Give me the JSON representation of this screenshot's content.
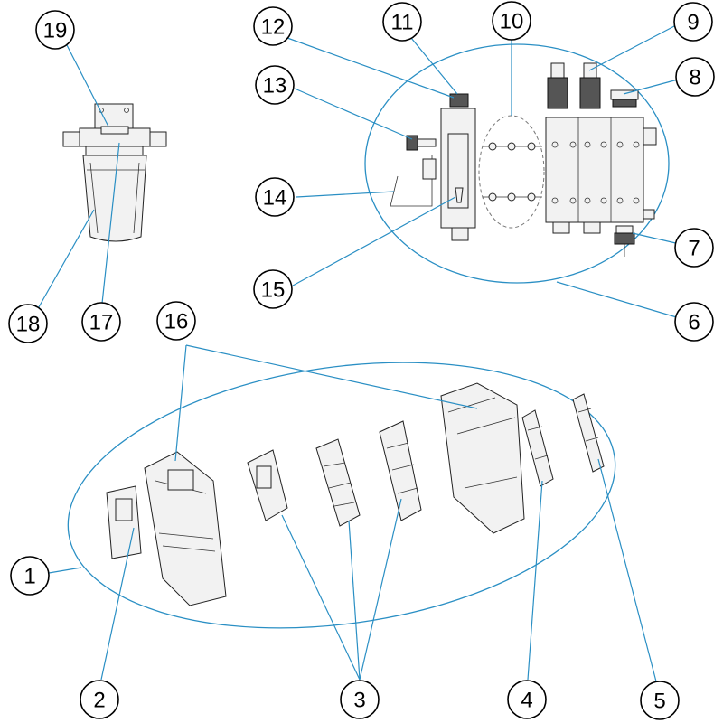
{
  "colors": {
    "leader": "#2a8fc4",
    "outline": "#000000"
  },
  "callouts": [
    {
      "id": "c19",
      "label": "19"
    },
    {
      "id": "c12",
      "label": "12"
    },
    {
      "id": "c11",
      "label": "11"
    },
    {
      "id": "c10",
      "label": "10"
    },
    {
      "id": "c9",
      "label": "9"
    },
    {
      "id": "c8",
      "label": "8"
    },
    {
      "id": "c13",
      "label": "13"
    },
    {
      "id": "c14",
      "label": "14"
    },
    {
      "id": "c7",
      "label": "7"
    },
    {
      "id": "c15",
      "label": "15"
    },
    {
      "id": "c18",
      "label": "18"
    },
    {
      "id": "c17",
      "label": "17"
    },
    {
      "id": "c6",
      "label": "6"
    },
    {
      "id": "c16",
      "label": "16"
    },
    {
      "id": "c1",
      "label": "1"
    },
    {
      "id": "c2",
      "label": "2"
    },
    {
      "id": "c3",
      "label": "3"
    },
    {
      "id": "c4",
      "label": "4"
    },
    {
      "id": "c5",
      "label": "5"
    }
  ]
}
